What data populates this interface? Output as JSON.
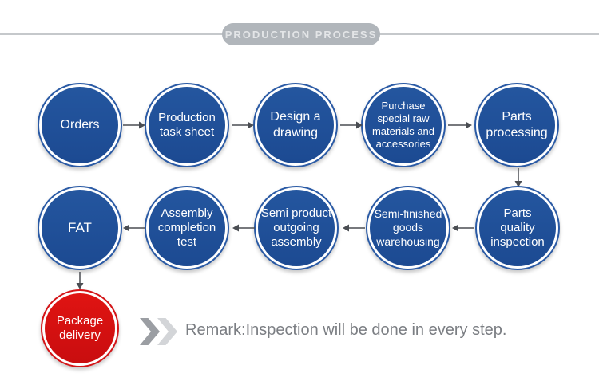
{
  "header": {
    "title": "PRODUCTION PROCESS"
  },
  "steps": {
    "row1": [
      {
        "label": "Orders"
      },
      {
        "label": "Production task sheet"
      },
      {
        "label": "Design a drawing"
      },
      {
        "label": "Purchase special raw materials and accessories"
      },
      {
        "label": "Parts processing"
      }
    ],
    "row2": [
      {
        "label": "Parts quality inspection"
      },
      {
        "label": "Semi-finished goods warehousing"
      },
      {
        "label": "Semi product outgoing assembly"
      },
      {
        "label": "Assembly completion test"
      },
      {
        "label": "FAT"
      }
    ],
    "final": {
      "label": "Package delivery"
    }
  },
  "remark": {
    "label": "Remark:Inspection will be done in every step."
  },
  "colors": {
    "circle_blue": "#1e4e99",
    "circle_blue_ring": "#2a5aa5",
    "circle_red": "#d40d10",
    "circle_red_ring": "#d41417",
    "header_pill_bg": "#b1b6bb",
    "header_pill_text": "#e3e5e7",
    "header_line": "#c5c8cb",
    "arrow": "#4a4d52",
    "chevron_dark": "#9b9ea3",
    "chevron_light": "#d3d5d8",
    "remark_text": "#7b7e83"
  }
}
